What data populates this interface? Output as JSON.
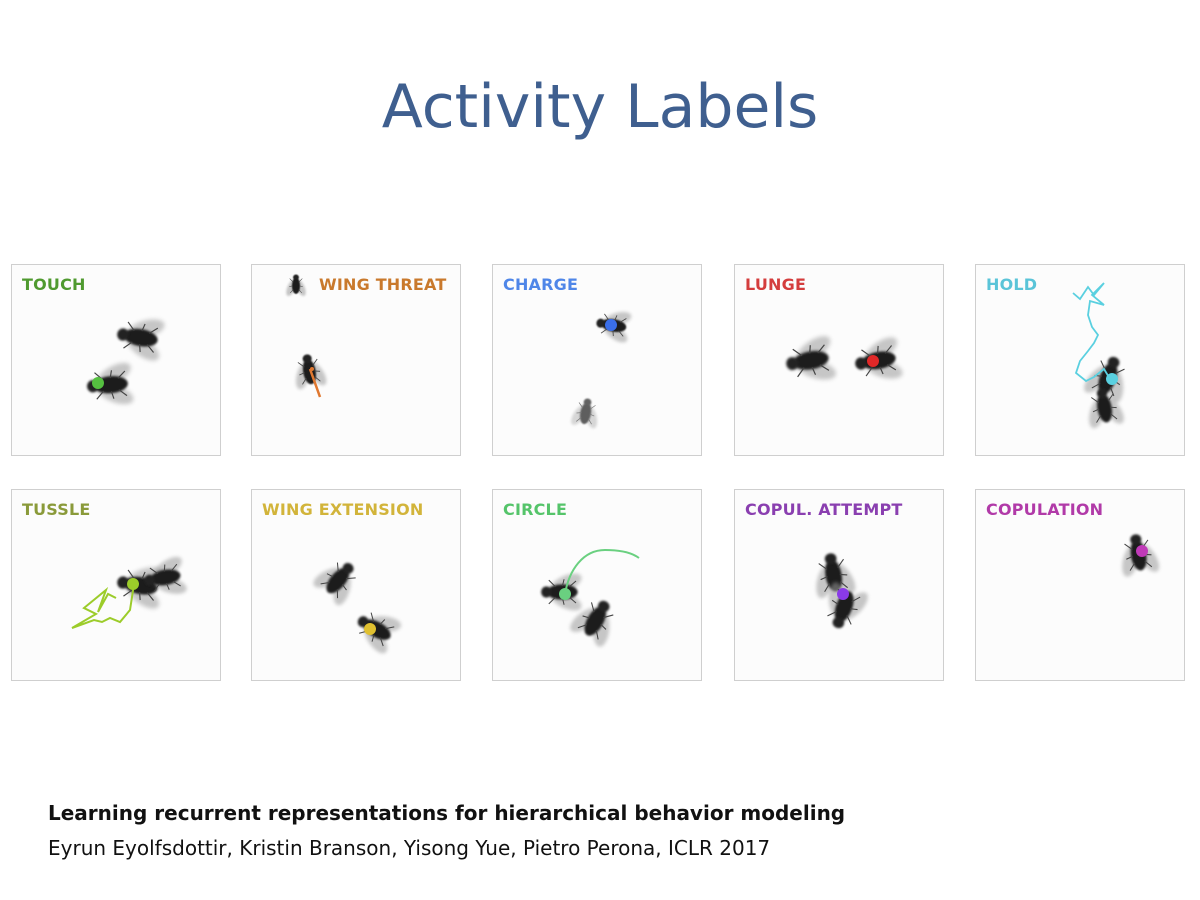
{
  "slide": {
    "title": "Activity Labels"
  },
  "panels": [
    {
      "label": "TOUCH",
      "color": "#4f9a2f"
    },
    {
      "label": "WING THREAT",
      "color": "#c9792c"
    },
    {
      "label": "CHARGE",
      "color": "#4f86e8"
    },
    {
      "label": "LUNGE",
      "color": "#d43d3d"
    },
    {
      "label": "HOLD",
      "color": "#5ac4d8"
    },
    {
      "label": "TUSSLE",
      "color": "#8a9a3a"
    },
    {
      "label": "WING EXTENSION",
      "color": "#d2b43a"
    },
    {
      "label": "CIRCLE",
      "color": "#55c46a"
    },
    {
      "label": "COPUL. ATTEMPT",
      "color": "#8a3fb0"
    },
    {
      "label": "COPULATION",
      "color": "#b13aa8"
    }
  ],
  "citation": {
    "title": "Learning recurrent representations for hierarchical behavior modeling",
    "authors": "Eyrun Eyolfsdottir, Kristin Branson, Yisong Yue, Pietro Perona, ICLR 2017"
  }
}
